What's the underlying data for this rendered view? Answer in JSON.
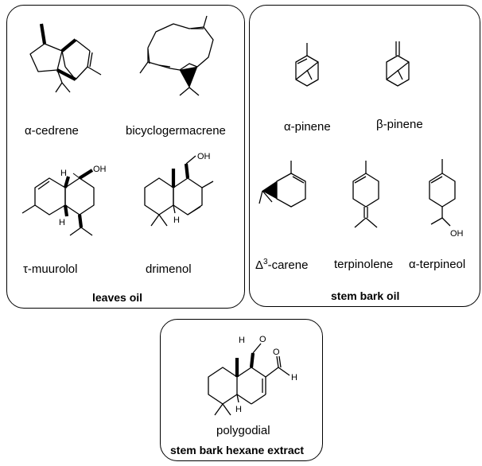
{
  "panels": {
    "leaves_oil": {
      "title": "leaves oil",
      "compounds": [
        "α-cedrene",
        "bicyclogermacrene",
        "τ-muurolol",
        "drimenol"
      ]
    },
    "stem_bark_oil": {
      "title": "stem bark oil",
      "compounds": [
        "α-pinene",
        "β-pinene",
        "carene",
        "terpinolene",
        "α-terpineol"
      ],
      "carene_prefix": "Δ",
      "carene_superscript": "3",
      "carene_suffix": "-carene"
    },
    "stem_bark_hexane_extract": {
      "title": "stem bark hexane extract",
      "compounds": [
        "polygodial"
      ]
    }
  },
  "atom_labels": {
    "muurolol_oh": "OH",
    "muurolol_h_top": "H",
    "muurolol_h_bottom": "H",
    "drimenol_oh": "OH",
    "drimenol_h": "H",
    "terpineol_oh": "OH",
    "polygodial_h_top": "H",
    "polygodial_o_top": "O",
    "polygodial_o_right": "O",
    "polygodial_h_right": "H",
    "polygodial_h_bottom": "H"
  }
}
